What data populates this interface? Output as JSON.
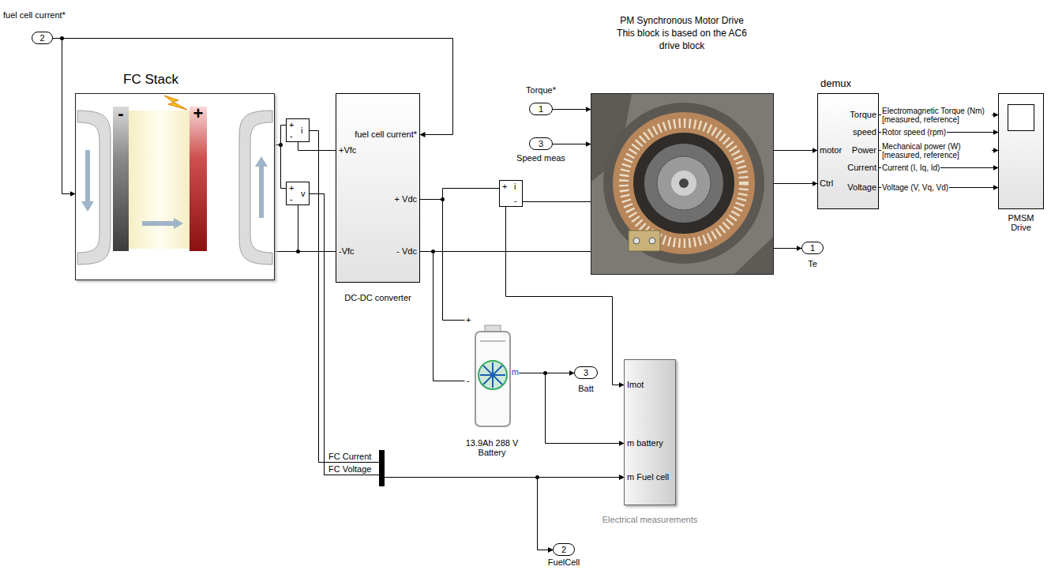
{
  "diagram": {
    "nodes": [
      {
        "text": [
          "2",
          "fuel cell current*"
        ]
      },
      {
        "text": [
          "FC Stack",
          "-",
          "+"
        ]
      },
      {
        "text": [
          "+",
          "i",
          "-"
        ]
      },
      {
        "text": [
          "+",
          "v",
          "-"
        ]
      },
      {
        "text": [
          "fuel cell current*",
          "+Vfc",
          "-Vfc",
          "+ Vdc",
          "- Vdc",
          "DC-DC converter"
        ]
      },
      {
        "text": [
          "1",
          "Torque*"
        ]
      },
      {
        "text": [
          "3",
          "Speed meas"
        ]
      },
      {
        "text": [
          "+",
          "i",
          "-"
        ]
      },
      {
        "text": [
          "PM Synchronous Motor Drive This block is based on the AC6 drive block"
        ]
      },
      {
        "text": [
          "demux",
          "motor",
          "Ctrl",
          "Torque",
          "speed",
          "Power",
          "Current",
          "Voltage"
        ]
      },
      {
        "text": [
          "PMSM Drive"
        ]
      },
      {
        "text": [
          "1",
          "Te"
        ]
      },
      {
        "text": [
          "+",
          "-",
          "m",
          "13.9Ah 288 V Battery"
        ]
      },
      {
        "text": [
          "3",
          "Batt"
        ]
      },
      {
        "text": [
          "Imot",
          "m battery",
          "m Fuel cell",
          "Electrical measurements"
        ]
      },
      {
        "text": [
          "2",
          "FuelCell"
        ]
      }
    ],
    "edges": [
      {
        "from": 0,
        "to": 1,
        "arrow": "to"
      },
      {
        "from": 0,
        "to": 4,
        "arrow": "to"
      },
      {
        "from": 1,
        "to": 2,
        "arrow": "none"
      },
      {
        "from": 1,
        "to": 3,
        "arrow": "none"
      },
      {
        "from": 2,
        "to": 4,
        "arrow": "none"
      },
      {
        "from": 1,
        "to": 4,
        "arrow": "none"
      },
      {
        "from": 3,
        "to": 4,
        "arrow": "none"
      },
      {
        "from": 4,
        "to": 7,
        "arrow": "none"
      },
      {
        "from": 4,
        "to": 12,
        "arrow": "none"
      },
      {
        "from": 4,
        "to": 8,
        "arrow": "none"
      },
      {
        "from": 4,
        "to": 12,
        "arrow": "none"
      },
      {
        "from": 7,
        "to": 8,
        "arrow": "none"
      },
      {
        "from": 5,
        "to": 8,
        "arrow": "to"
      },
      {
        "from": 6,
        "to": 8,
        "arrow": "to"
      },
      {
        "from": 8,
        "to": 9,
        "arrow": "to"
      },
      {
        "from": 8,
        "to": 9,
        "arrow": "to"
      },
      {
        "from": 8,
        "to": 11,
        "arrow": "to"
      },
      {
        "from": 9,
        "to": 10,
        "label": "Electromagnetic Torque (Nm) [measured, reference]",
        "arrow": "to"
      },
      {
        "from": 9,
        "to": 10,
        "label": "Rotor speed (rpm)",
        "arrow": "to"
      },
      {
        "from": 9,
        "to": 10,
        "label": "Mechanical power (W) [measured, reference]",
        "arrow": "to"
      },
      {
        "from": 9,
        "to": 10,
        "label": "Current (I, Iq, Id)",
        "arrow": "to"
      },
      {
        "from": 9,
        "to": 10,
        "label": "Voltage (V, Vq, Vd)",
        "arrow": "to"
      },
      {
        "from": 12,
        "to": 13,
        "arrow": "to"
      },
      {
        "from": 12,
        "to": 14,
        "arrow": "to"
      },
      {
        "from": 7,
        "to": 14,
        "arrow": "to"
      },
      {
        "from": 2,
        "to": 14,
        "label": "FC Current",
        "arrow": "to"
      },
      {
        "from": 3,
        "to": 14,
        "label": "FC Voltage",
        "arrow": "to"
      },
      {
        "from": 2,
        "to": 15,
        "arrow": "to"
      },
      {
        "from": 3,
        "to": 15,
        "arrow": "to"
      }
    ]
  }
}
